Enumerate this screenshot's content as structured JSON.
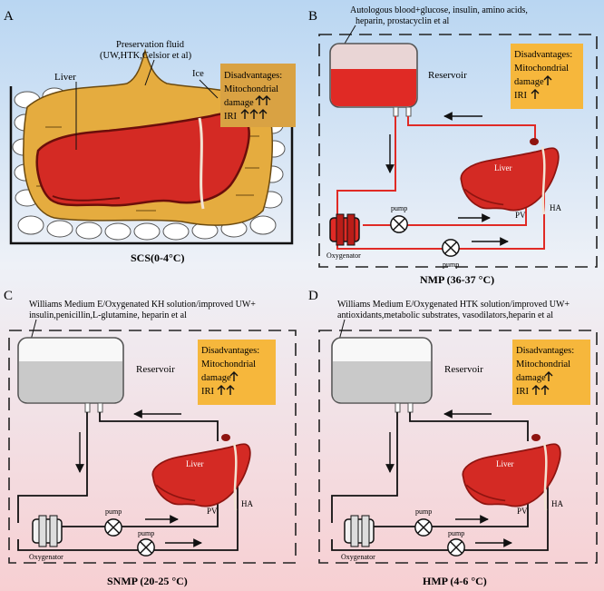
{
  "panels": {
    "a": {
      "letter": "A",
      "label_preservation": "Preservation fluid",
      "label_preservation_types": "(UW,HTK,Celsior et al)",
      "label_liver": "Liver",
      "label_ice": "Ice",
      "disadvantages_title": "Disadvantages:",
      "disadvantages_line1": "Mitochondrial",
      "disadvantages_line2": "damage",
      "disadvantages_line3": "IRI",
      "caption": "SCS(0-4°C)"
    },
    "b": {
      "letter": "B",
      "fluid_line1": "Autologous blood+glucose, insulin, amino acids,",
      "fluid_line2": "heparin, prostacyclin et al",
      "reservoir": "Reservoir",
      "disadvantages_title": "Disadvantages:",
      "disadvantages_line1": "Mitochondrial",
      "disadvantages_line2": "damage",
      "disadvantages_line3": "IRI",
      "liver": "Liver",
      "pv": "PV",
      "ha": "HA",
      "pump_top": "pump",
      "pump_bottom": "pump",
      "oxygenator": "Oxygenator",
      "caption": "NMP (36-37 °C)"
    },
    "c": {
      "letter": "C",
      "fluid_line1": "Williams Medium E/Oxygenated KH solution/improved UW+",
      "fluid_line2": "insulin,penicillin,L-glutamine, heparin et al",
      "reservoir": "Reservoir",
      "disadvantages_title": "Disadvantages:",
      "disadvantages_line1": "Mitochondrial",
      "disadvantages_line2": "damage",
      "disadvantages_line3": "IRI",
      "liver": "Liver",
      "pv": "PV",
      "ha": "HA",
      "pump_top": "pump",
      "pump_bottom": "pump",
      "oxygenator": "Oxygenator",
      "caption": "SNMP (20-25 °C)"
    },
    "d": {
      "letter": "D",
      "fluid_line1": "Williams Medium E/Oxygenated HTK solution/improved UW+",
      "fluid_line2": "antioxidants,metabolic substrates, vasodilators,heparin et al",
      "reservoir": "Reservoir",
      "disadvantages_title": "Disadvantages:",
      "disadvantages_line1": "Mitochondrial",
      "disadvantages_line2": "damage",
      "disadvantages_line3": "IRI",
      "liver": "Liver",
      "pv": "PV",
      "ha": "HA",
      "pump_top": "pump",
      "pump_bottom": "pump",
      "oxygenator": "Oxygenator",
      "caption": "HMP (4-6 °C)"
    }
  },
  "colors": {
    "liver": "#d42a24",
    "liver_dark": "#8e1410",
    "blood": "#e02a25",
    "preservation_fluid": "#e5ac3f",
    "disadvantage_box_a": "#d9a243",
    "disadvantage_box": "#f6b73c",
    "reservoir_fluid_grey": "#c9c9c9",
    "reservoir_empty": "#e9d5d5",
    "bg_top": "#b9d6f2",
    "bg_bottom": "#f7cfd2"
  }
}
